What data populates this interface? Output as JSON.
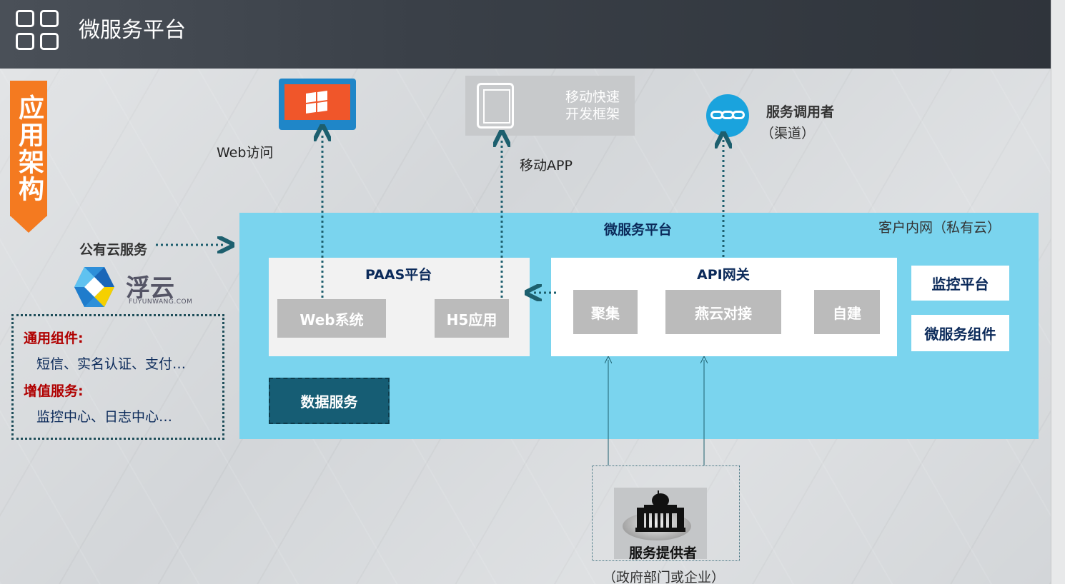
{
  "header": {
    "title": "微服务平台"
  },
  "ribbon": {
    "label": "应用架构"
  },
  "top": {
    "web_access": "Web访问",
    "mobile_framework_line1": "移动快速",
    "mobile_framework_line2": "开发框架",
    "mobile_app": "移动APP",
    "service_caller": "服务调用者",
    "service_caller_sub": "（渠道）"
  },
  "left": {
    "public_cloud": "公有云服务",
    "brand_name": "浮云",
    "brand_url": "FUYUNWANG.COM",
    "general_components_title": "通用组件:",
    "general_components_text": "短信、实名认证、支付…",
    "value_added_title": "增值服务:",
    "value_added_text": "监控中心、日志中心…"
  },
  "platform": {
    "title": "微服务平台",
    "network": "客户内网（私有云）",
    "paas": {
      "title": "PAAS平台",
      "web_system": "Web系统",
      "h5_app": "H5应用"
    },
    "api": {
      "title": "API网关",
      "aggregate": "聚集",
      "yanyun": "燕云对接",
      "self_built": "自建"
    },
    "monitor": "监控平台",
    "components": "微服务组件",
    "data_service": "数据服务"
  },
  "provider": {
    "label": "服务提供者",
    "sub": "（政府部门或企业）"
  },
  "colors": {
    "platform_bg": "#7ad4ee",
    "ribbon": "#f47a20",
    "navy": "#0b2a5a",
    "data_service": "#165d74",
    "arrow": "#1d5f6e"
  }
}
